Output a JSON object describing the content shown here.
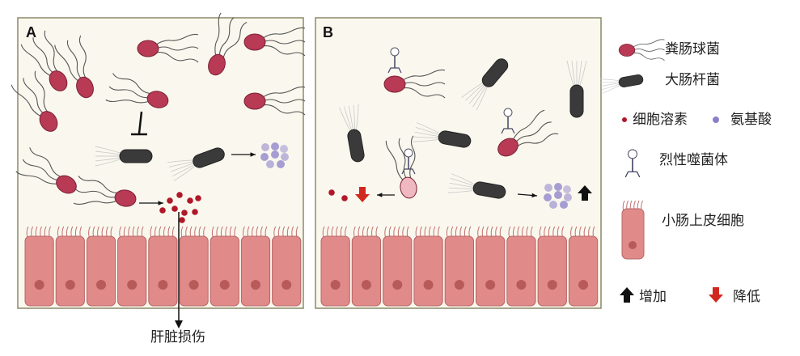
{
  "panels": {
    "a_label": "A",
    "b_label": "B"
  },
  "outcome": {
    "liver_injury": "肝脏损伤"
  },
  "legend": {
    "enterococcus": "粪肠球菌",
    "ecoli": "大肠杆菌",
    "cytolysin": "细胞溶素",
    "amino_acid": "氨基酸",
    "phage": "烈性噬菌体",
    "epithelial_cell": "小肠上皮细胞",
    "increase": "增加",
    "decrease": "降低"
  },
  "colors": {
    "panel_bg": "#faf8ee",
    "panel_border": "#8a8a6a",
    "enterococcus": "#b83a55",
    "ecoli": "#3a3a3a",
    "cytolysin": "#b0182a",
    "amino_acid": "#8a80c8",
    "cell": "#e08a8a",
    "increase": "#111111",
    "decrease": "#d0281e"
  }
}
